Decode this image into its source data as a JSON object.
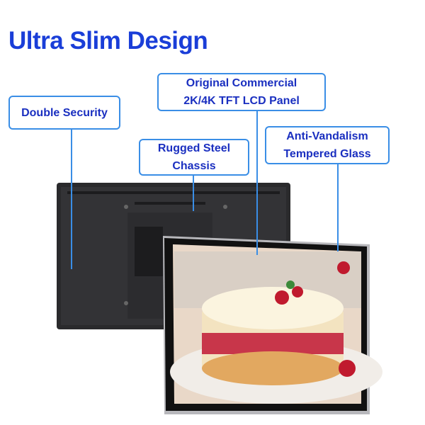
{
  "title": "Ultra Slim Design",
  "callouts": {
    "double_security": "Double Security",
    "panel_line1": "Original Commercial",
    "panel_line2": "2K/4K TFT LCD Panel",
    "chassis_line1": "Rugged Steel",
    "chassis_line2": "Chassis",
    "glass_line1": "Anti-Vandalism",
    "glass_line2": "Tempered Glass"
  },
  "colors": {
    "title": "#1a3ed8",
    "callout_text": "#1a2fc0",
    "callout_border": "#3a8ee6"
  }
}
